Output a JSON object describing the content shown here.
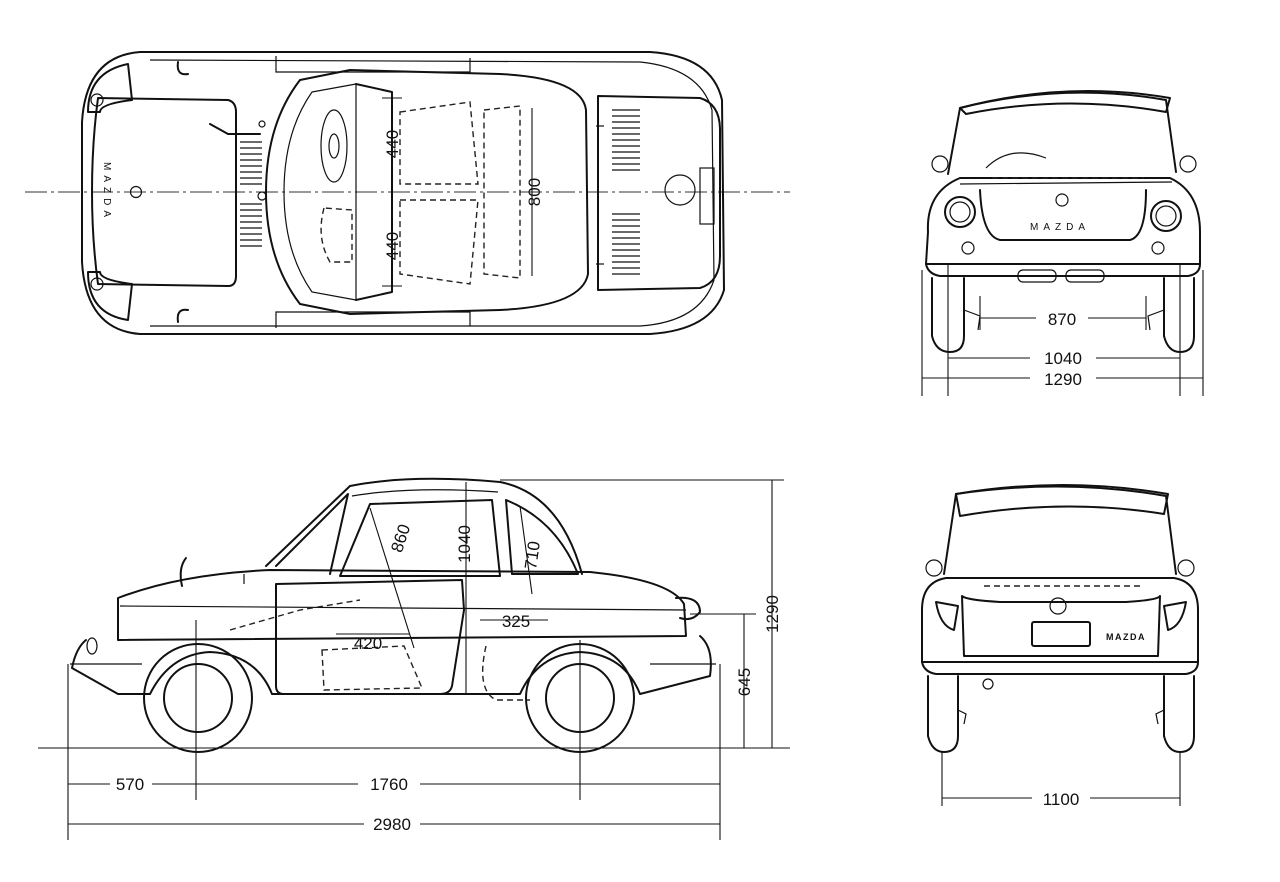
{
  "top_view": {
    "seat_front_label": "440",
    "seat_rear_label": "440",
    "cabin_width_label": "800",
    "brand_text": "MAZDA"
  },
  "front_view": {
    "brand_text": "MAZDA",
    "inner_track_label": "870",
    "track_label": "1040",
    "width_label": "1290"
  },
  "side_view": {
    "seat_height_label": "860",
    "interior_height_label": "1040",
    "rear_seat_label": "710",
    "seat_length_label": "325",
    "front_seat_label": "420",
    "belt_height_label": "645",
    "overall_height_label": "1290",
    "front_overhang_label": "570",
    "wheelbase_label": "1760",
    "overall_length_label": "2980"
  },
  "rear_view": {
    "brand_text": "MAZDA",
    "rear_track_label": "1100"
  }
}
